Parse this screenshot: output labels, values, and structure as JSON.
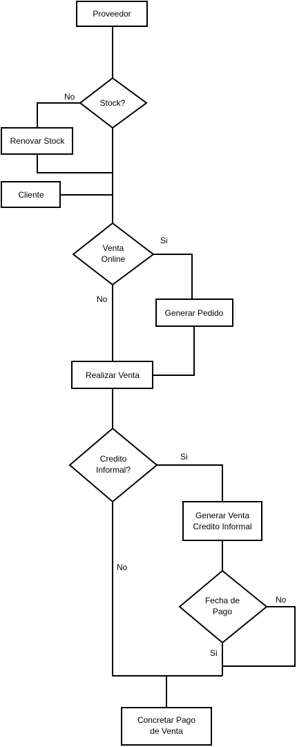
{
  "nodes": {
    "proveedor": "Proveedor",
    "stock_decision": "Stock?",
    "renovar_stock": "Renovar Stock",
    "cliente": "Cliente",
    "venta_online": [
      "Venta",
      "Online"
    ],
    "generar_pedido": "Generar Pedido",
    "realizar_venta": "Realizar Venta",
    "credito_informal": [
      "Credito",
      "Informal?"
    ],
    "generar_venta_credito": [
      "Generar Venta",
      "Credito Informal"
    ],
    "fecha_pago": [
      "Fecha de",
      "Pago"
    ],
    "concretar_pago": [
      "Concretar Pago",
      "de Venta"
    ]
  },
  "edge_labels": {
    "stock_no": "No",
    "online_si": "Si",
    "online_no": "No",
    "credito_si": "Si",
    "credito_no": "No",
    "fecha_no": "No",
    "fecha_si": "Si"
  }
}
